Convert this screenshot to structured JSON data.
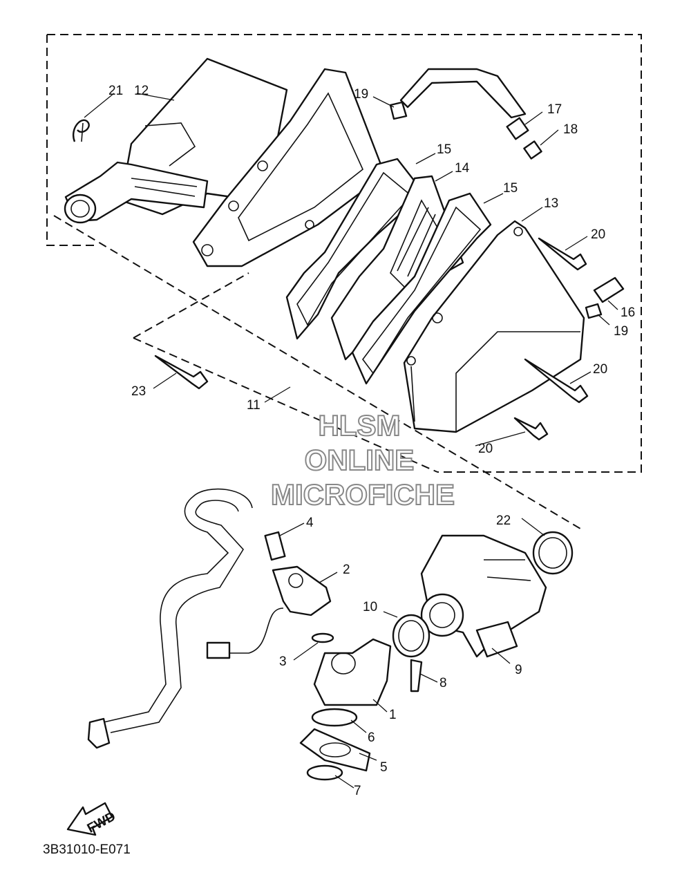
{
  "diagram": {
    "drawing_code": "3B31010-E071",
    "fwd_label": "FWD",
    "watermark": [
      "HLSM",
      "ONLINE",
      "MICROFICHE"
    ],
    "callouts": {
      "c1": "1",
      "c2": "2",
      "c3": "3",
      "c4": "4",
      "c5": "5",
      "c6": "6",
      "c7": "7",
      "c8": "8",
      "c9": "9",
      "c10": "10",
      "c11": "11",
      "c12": "12",
      "c13": "13",
      "c14": "14",
      "c15a": "15",
      "c15b": "15",
      "c16": "16",
      "c17": "17",
      "c18": "18",
      "c19a": "19",
      "c19b": "19",
      "c20a": "20",
      "c20b": "20",
      "c20c": "20",
      "c21": "21",
      "c22": "22",
      "c23": "23"
    }
  }
}
